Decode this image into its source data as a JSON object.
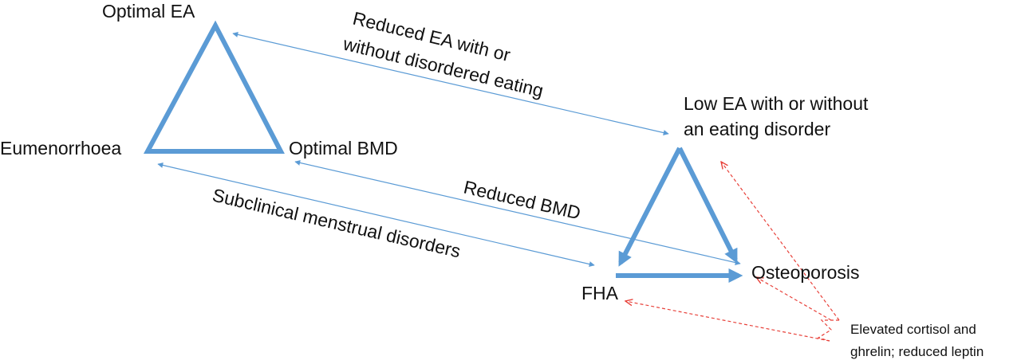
{
  "colors": {
    "triangle": "#5b9bd5",
    "connector": "#5b9bd5",
    "hormone_arrow": "#e8413a",
    "text": "#111111"
  },
  "nodes": {
    "optimal_ea": "Optimal EA",
    "eumenorrhoea": "Eumenorrhoea",
    "optimal_bmd": "Optimal BMD",
    "low_ea_line1": "Low EA with or without",
    "low_ea_line2": "an eating disorder",
    "fha": "FHA",
    "osteoporosis": "Osteoporosis"
  },
  "connectors": {
    "reduced_ea_line1": "Reduced EA with or",
    "reduced_ea_line2": "without disordered eating",
    "reduced_bmd": "Reduced BMD",
    "subclinical": "Subclinical menstrual disorders"
  },
  "hormones": {
    "line1": "Elevated cortisol and",
    "line2": "ghrelin; reduced leptin"
  }
}
